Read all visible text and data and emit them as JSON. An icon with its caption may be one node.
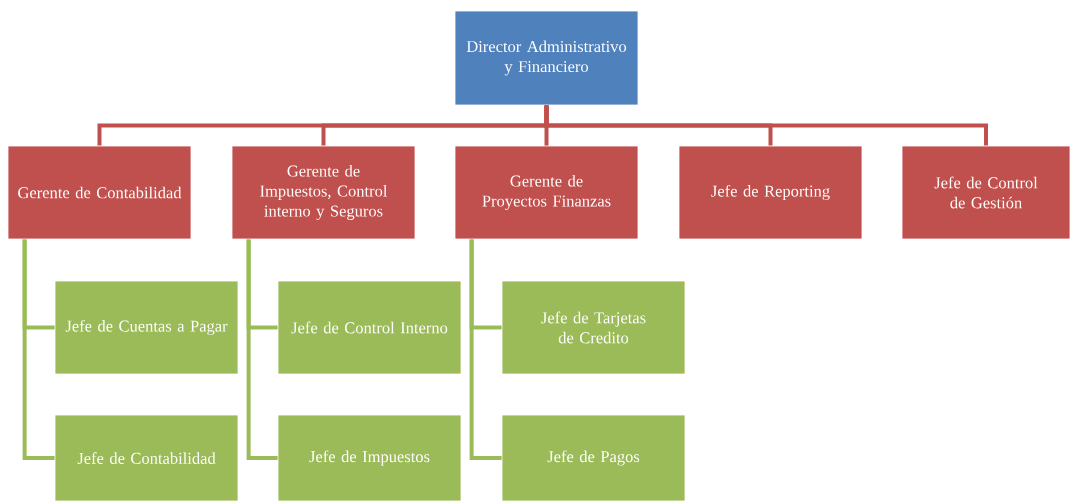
{
  "diagram": {
    "nodes": [
      {
        "text": [
          "Director Administrativo y Financiero"
        ]
      },
      {
        "text": [
          "Gerente de Contabilidad"
        ]
      },
      {
        "text": [
          "Gerente de Impuestos, Control interno y Seguros"
        ]
      },
      {
        "text": [
          "Gerente de Proyectos Finanzas"
        ]
      },
      {
        "text": [
          "Jefe de Reporting"
        ]
      },
      {
        "text": [
          "Jefe de Control de Gestión"
        ]
      },
      {
        "text": [
          "Jefe de Cuentas a Pagar"
        ]
      },
      {
        "text": [
          "Jefe de Contabilidad"
        ]
      },
      {
        "text": [
          "Jefe de Control Interno"
        ]
      },
      {
        "text": [
          "Jefe de Impuestos"
        ]
      },
      {
        "text": [
          "Jefe de Tarjetas de Credito"
        ]
      },
      {
        "text": [
          "Jefe de Pagos"
        ]
      }
    ],
    "edges": [
      {
        "from": 0,
        "to": 1,
        "arrow": "none",
        "color": "#c0504d"
      },
      {
        "from": 0,
        "to": 2,
        "arrow": "none",
        "color": "#c0504d"
      },
      {
        "from": 0,
        "to": 3,
        "arrow": "none",
        "color": "#c0504d"
      },
      {
        "from": 0,
        "to": 4,
        "arrow": "none",
        "color": "#c0504d"
      },
      {
        "from": 0,
        "to": 5,
        "arrow": "none",
        "color": "#c0504d"
      },
      {
        "from": 1,
        "to": 6,
        "arrow": "none",
        "color": "#9bbb59"
      },
      {
        "from": 1,
        "to": 7,
        "arrow": "none",
        "color": "#9bbb59"
      },
      {
        "from": 2,
        "to": 8,
        "arrow": "none",
        "color": "#9bbb59"
      },
      {
        "from": 2,
        "to": 9,
        "arrow": "none",
        "color": "#9bbb59"
      },
      {
        "from": 3,
        "to": 10,
        "arrow": "none",
        "color": "#9bbb59"
      },
      {
        "from": 3,
        "to": 11,
        "arrow": "none",
        "color": "#9bbb59"
      }
    ]
  }
}
